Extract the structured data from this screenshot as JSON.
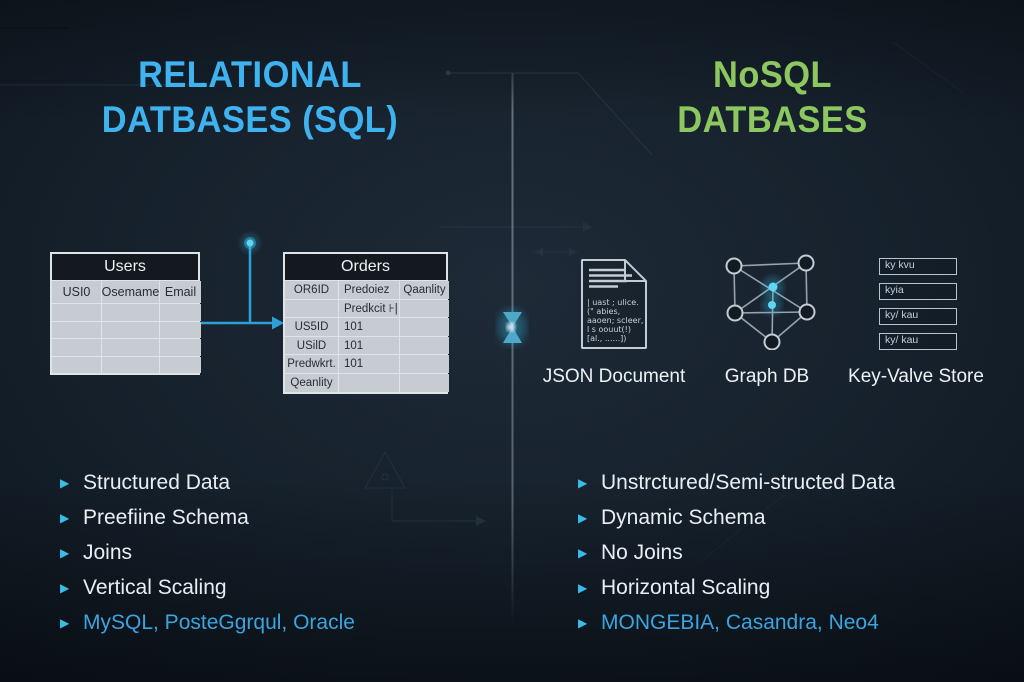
{
  "header": {
    "sql_title_line1": "RELATIONAL",
    "sql_title_line2": "DATBASES (SQL)",
    "nosql_title_line1": "NoSQL",
    "nosql_title_line2": "DATBASES"
  },
  "sql": {
    "users_table": {
      "title": "Users",
      "headers": [
        "USI0",
        "Osemame",
        "Email"
      ]
    },
    "orders_table": {
      "title": "Orders",
      "rows": [
        [
          "OR6ID",
          "Predoiez",
          "Qaanlity"
        ],
        [
          "",
          "Predkcit ⊦|",
          ""
        ],
        [
          "US5ID",
          "101",
          ""
        ],
        [
          "USilD",
          "101",
          ""
        ],
        [
          "Predwkrt.",
          "101",
          ""
        ],
        [
          "Qeanlity",
          "",
          ""
        ]
      ]
    },
    "features": [
      "Structured Data",
      "Preefiine Schema",
      "Joins",
      "Vertical Scaling"
    ],
    "examples": "MySQL, PosteGgrqul, Oracle"
  },
  "nosql": {
    "json_doc": {
      "label": "JSON Document",
      "content_lines": [
        "| uast ; ulice.",
        "(\" abies,",
        "aaoen; scleer,",
        "l s oouut(!)",
        "[al., ......])"
      ]
    },
    "graph": {
      "label": "Graph DB"
    },
    "key_value": {
      "label": "Key-Valve Store",
      "rows": [
        "ky kvu",
        "kyia",
        "ky/ kau",
        "ky/ kau"
      ]
    },
    "features": [
      "Unstrctured/Semi-structed Data",
      "Dynamic Schema",
      "No Joins",
      "Horizontal Scaling"
    ],
    "examples": "MONGEBIA, Casandra, Neo4"
  },
  "icons": {
    "bullet": "▶"
  },
  "colors": {
    "sql_accent": "#3fb3f0",
    "nosql_accent": "#8cc75f",
    "cyan_glow": "#41c4ea",
    "examples_text": "#3ca4df",
    "table_cell_bg": "#c6ccd2",
    "background": "#15202b"
  }
}
